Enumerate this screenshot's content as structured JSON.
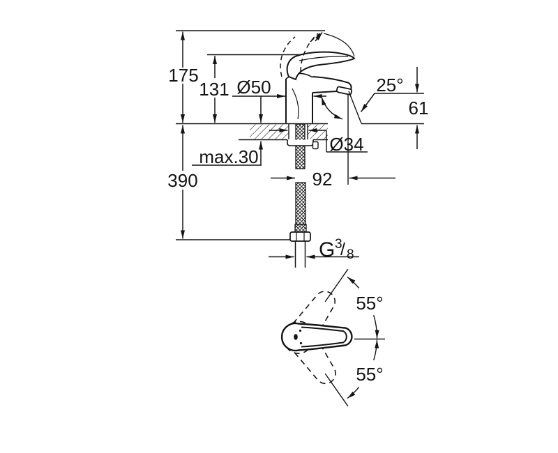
{
  "drawing": {
    "type": "faucet-installation-dimension-drawing",
    "colors": {
      "line": "#141414",
      "background": "#ffffff"
    },
    "dims": {
      "total_height": "175",
      "handle_height": "131",
      "base_diameter": "Ø50",
      "spout_angle": "25°",
      "spout_height": "61",
      "max_counter_thickness": "max.30",
      "hole_diameter": "Ø34",
      "hose_length": "390",
      "spout_projection": "92",
      "swivel_angle_upper": "55°",
      "swivel_angle_lower": "55°",
      "thread": {
        "g": "G",
        "numerator": "3",
        "slash": "/",
        "denominator": "8"
      }
    }
  }
}
